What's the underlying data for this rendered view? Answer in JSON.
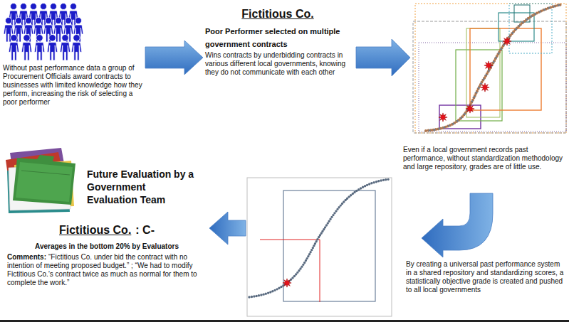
{
  "diagram": {
    "nodes": [
      {
        "text": [
          "Without past performance data a group of Procurement Officials award contracts to businesses with limited knowledge how they perform, increasing the risk of selecting a poor performer"
        ]
      },
      {
        "text": [
          "Fictitious Co.",
          "Poor Performer selected on multiple government contracts",
          "Wins contracts by underbidding contracts in various different local governments, knowing they do not communicate with each other"
        ]
      },
      {
        "text": [
          "Even if a local government records past performance, without standardization methodology and large repository, grades are of little use."
        ]
      },
      {
        "text": [
          "By creating a universal past performance system in a shared repository and standardizing scores, a statistically objective grade is created and pushed to all local governments"
        ]
      },
      {
        "text": [
          "Future Evaluation by a Government Evaluation Team"
        ]
      },
      {
        "text": [
          "Fictitious Co.",
          ": C-",
          "Averages in the bottom 20% by Evaluators",
          "Comments:",
          "“Fictitious Co. under bid the contract with no intention of meeting proposed budget.” ; “We had to modify Fictitious Co.’s contract twice as much as normal for them to complete the work.”"
        ]
      }
    ],
    "edges": [
      {
        "from": 0,
        "to": 1,
        "arrow": "to"
      }
    ]
  }
}
